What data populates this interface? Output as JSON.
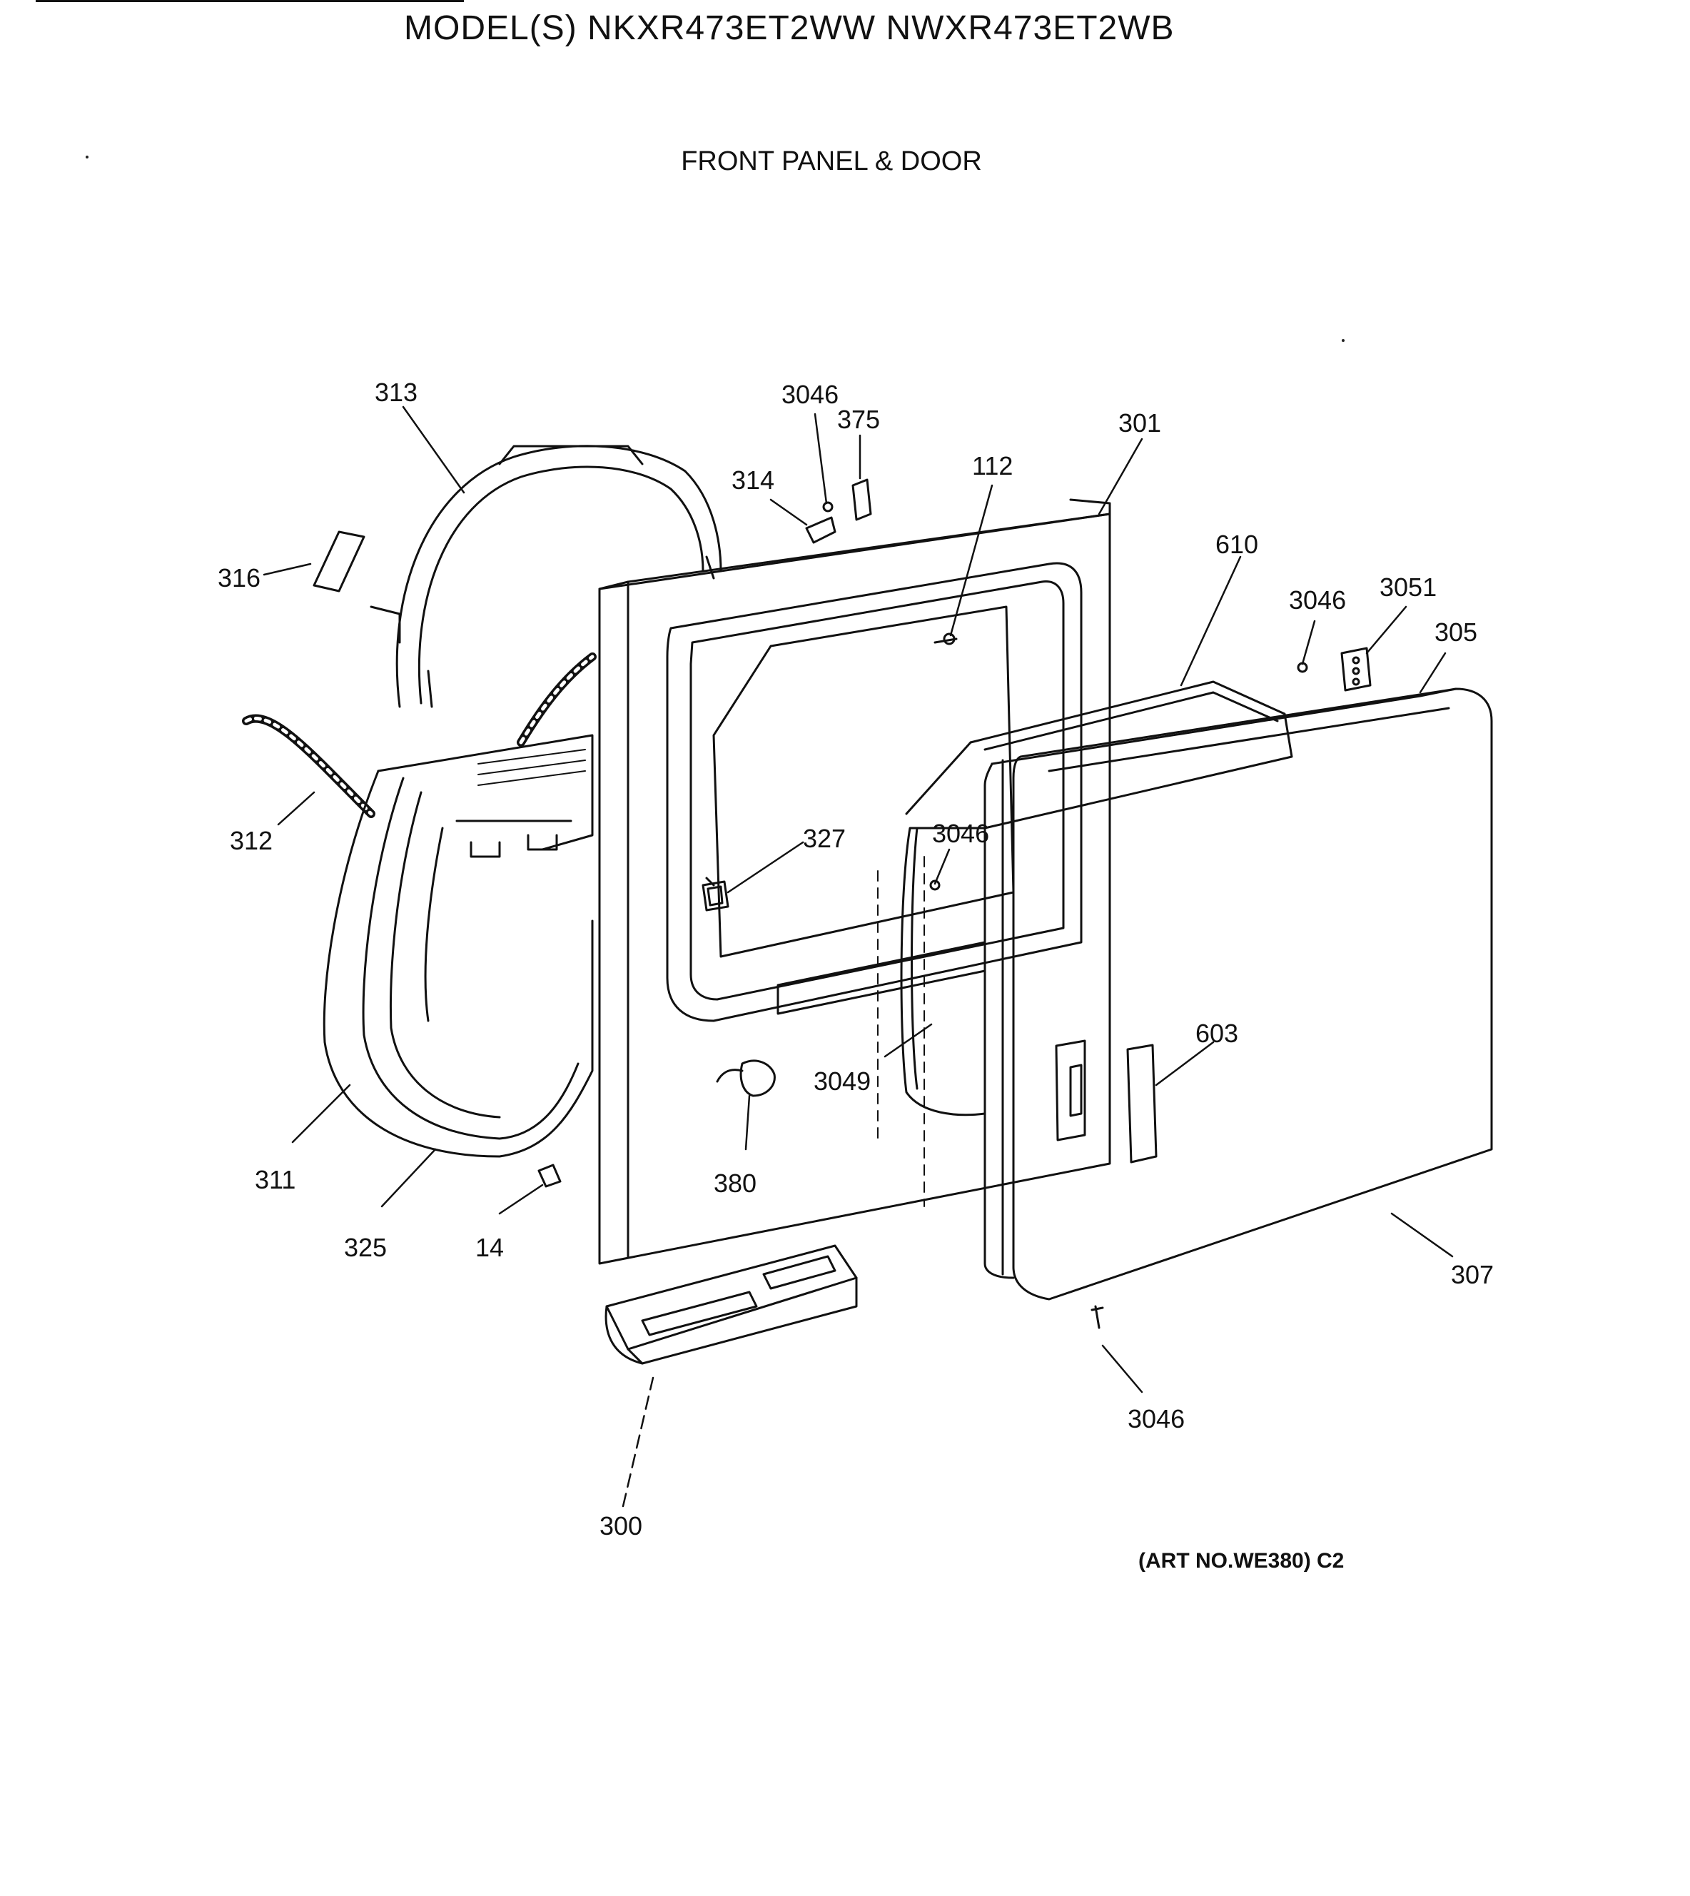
{
  "header": {
    "models": "MODEL(S) NKXR473ET2WW  NWXR473ET2WB",
    "section": "FRONT PANEL & DOOR"
  },
  "callouts": {
    "c313": "313",
    "c316": "316",
    "c312": "312",
    "c311": "311",
    "c325": "325",
    "c14": "14",
    "c3046_top": "3046",
    "c375": "375",
    "c314": "314",
    "c112": "112",
    "c301": "301",
    "c610": "610",
    "c3046_right": "3046",
    "c3051": "3051",
    "c305": "305",
    "c327": "327",
    "c3046_mid": "3046",
    "c3049": "3049",
    "c380": "380",
    "c603": "603",
    "c307": "307",
    "c3046_bottom": "3046",
    "c300": "300"
  },
  "footer": {
    "art_no": "(ART NO.WE380) C2"
  }
}
